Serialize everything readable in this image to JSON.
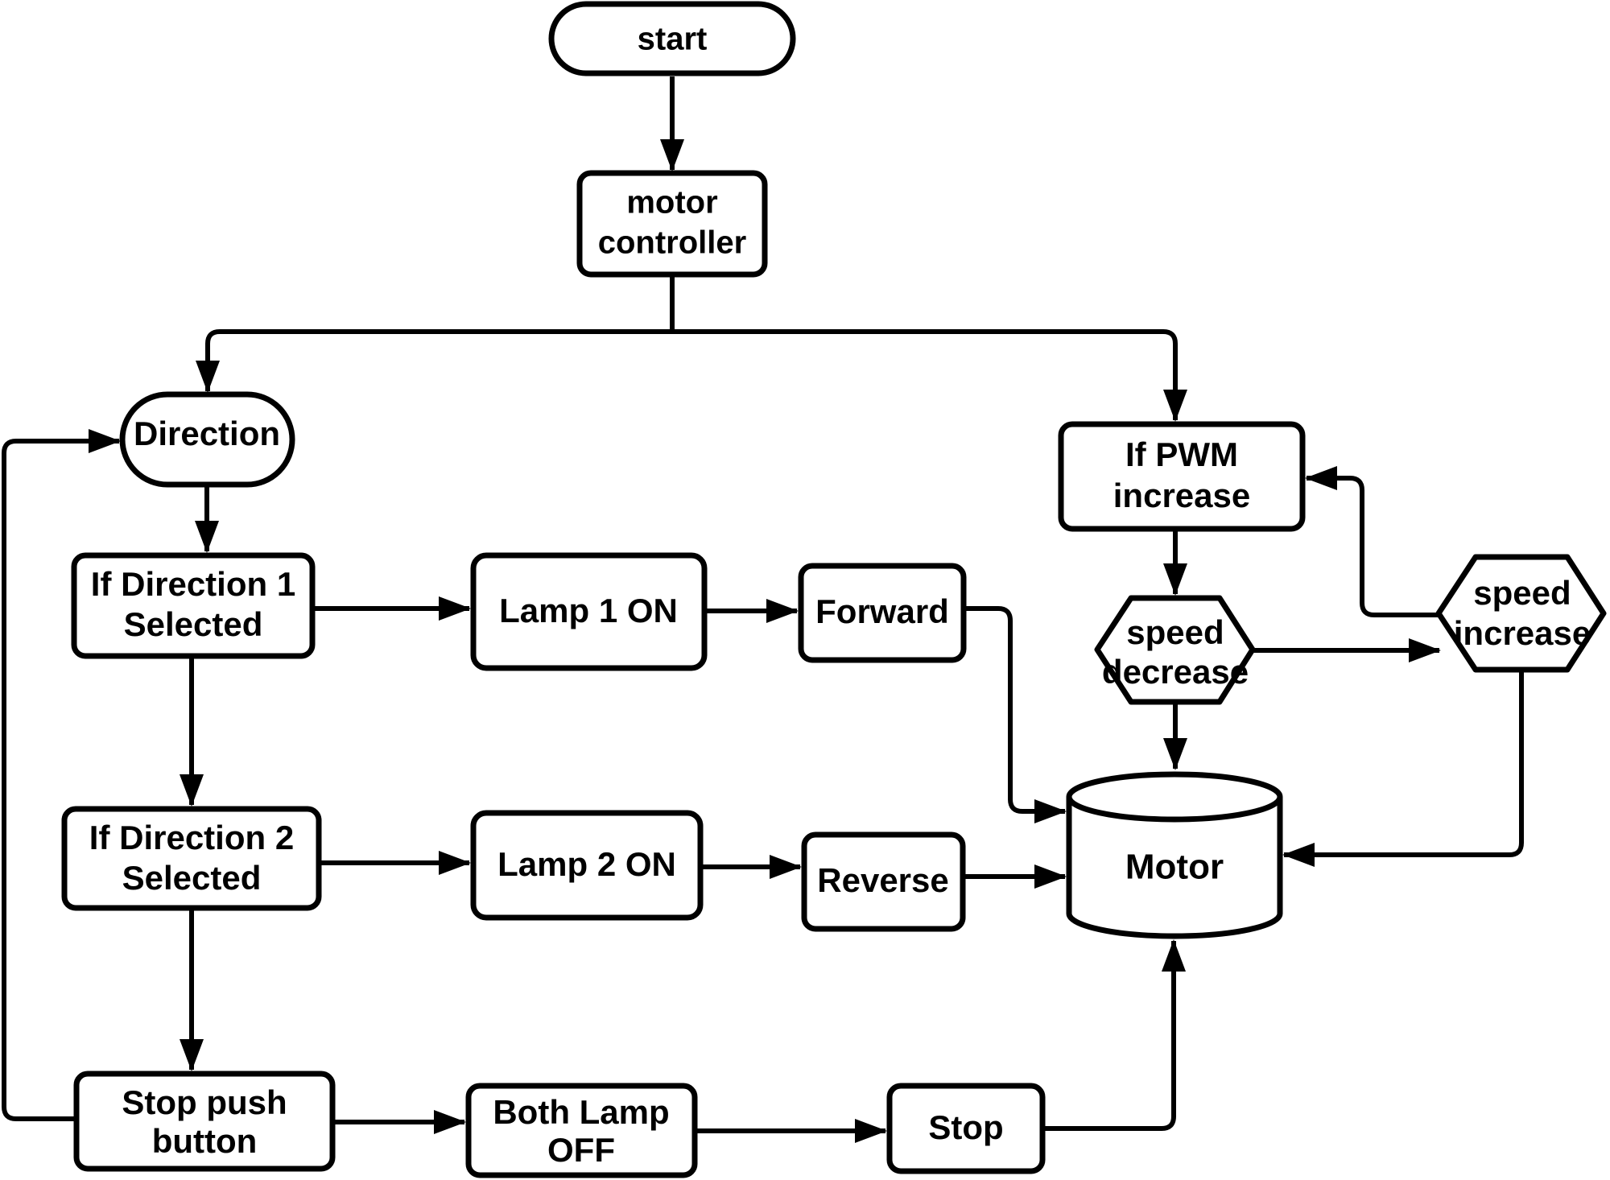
{
  "diagram": {
    "title": "motor controller flowchart",
    "background_color": "#ffffff",
    "line_color": "#000000",
    "nodes": {
      "start": {
        "shape": "stadium",
        "label": "start"
      },
      "motor_controller": {
        "shape": "rectangle",
        "line1": "motor",
        "line2": "controller"
      },
      "direction": {
        "shape": "stadium",
        "label": "Direction"
      },
      "if_direction_1": {
        "shape": "rectangle",
        "line1": "If Direction 1",
        "line2": "Selected"
      },
      "lamp_1_on": {
        "shape": "rectangle",
        "label": "Lamp 1 ON"
      },
      "forward": {
        "shape": "rectangle",
        "label": "Forward"
      },
      "if_direction_2": {
        "shape": "rectangle",
        "line1": "If Direction 2",
        "line2": "Selected"
      },
      "lamp_2_on": {
        "shape": "rectangle",
        "label": "Lamp 2 ON"
      },
      "reverse": {
        "shape": "rectangle",
        "label": "Reverse"
      },
      "stop_push_button": {
        "shape": "rectangle",
        "line1": "Stop push",
        "line2": "button"
      },
      "both_lamp_off": {
        "shape": "rectangle",
        "line1": "Both Lamp",
        "line2": "OFF"
      },
      "stop": {
        "shape": "rectangle",
        "label": "Stop"
      },
      "if_pwm_increase": {
        "shape": "rectangle",
        "line1": "If PWM",
        "line2": "increase"
      },
      "speed_decrease": {
        "shape": "hexagon",
        "line1": "speed",
        "line2": "decrease"
      },
      "speed_increase": {
        "shape": "hexagon",
        "line1": "speed",
        "line2": "increase"
      },
      "motor": {
        "shape": "cylinder",
        "label": "Motor"
      }
    },
    "edges": [
      {
        "from": "start",
        "to": "motor_controller"
      },
      {
        "from": "motor_controller",
        "to": "direction"
      },
      {
        "from": "motor_controller",
        "to": "if_pwm_increase"
      },
      {
        "from": "direction",
        "to": "if_direction_1"
      },
      {
        "from": "if_direction_1",
        "to": "lamp_1_on"
      },
      {
        "from": "lamp_1_on",
        "to": "forward"
      },
      {
        "from": "forward",
        "to": "motor"
      },
      {
        "from": "if_direction_1",
        "to": "if_direction_2"
      },
      {
        "from": "if_direction_2",
        "to": "lamp_2_on"
      },
      {
        "from": "lamp_2_on",
        "to": "reverse"
      },
      {
        "from": "reverse",
        "to": "motor"
      },
      {
        "from": "if_direction_2",
        "to": "stop_push_button"
      },
      {
        "from": "stop_push_button",
        "to": "both_lamp_off"
      },
      {
        "from": "both_lamp_off",
        "to": "stop"
      },
      {
        "from": "stop",
        "to": "motor"
      },
      {
        "from": "stop_push_button",
        "to": "direction"
      },
      {
        "from": "if_pwm_increase",
        "to": "speed_decrease"
      },
      {
        "from": "speed_decrease",
        "to": "motor"
      },
      {
        "from": "speed_decrease",
        "to": "speed_increase"
      },
      {
        "from": "speed_increase",
        "to": "if_pwm_increase"
      },
      {
        "from": "speed_increase",
        "to": "motor"
      }
    ]
  }
}
